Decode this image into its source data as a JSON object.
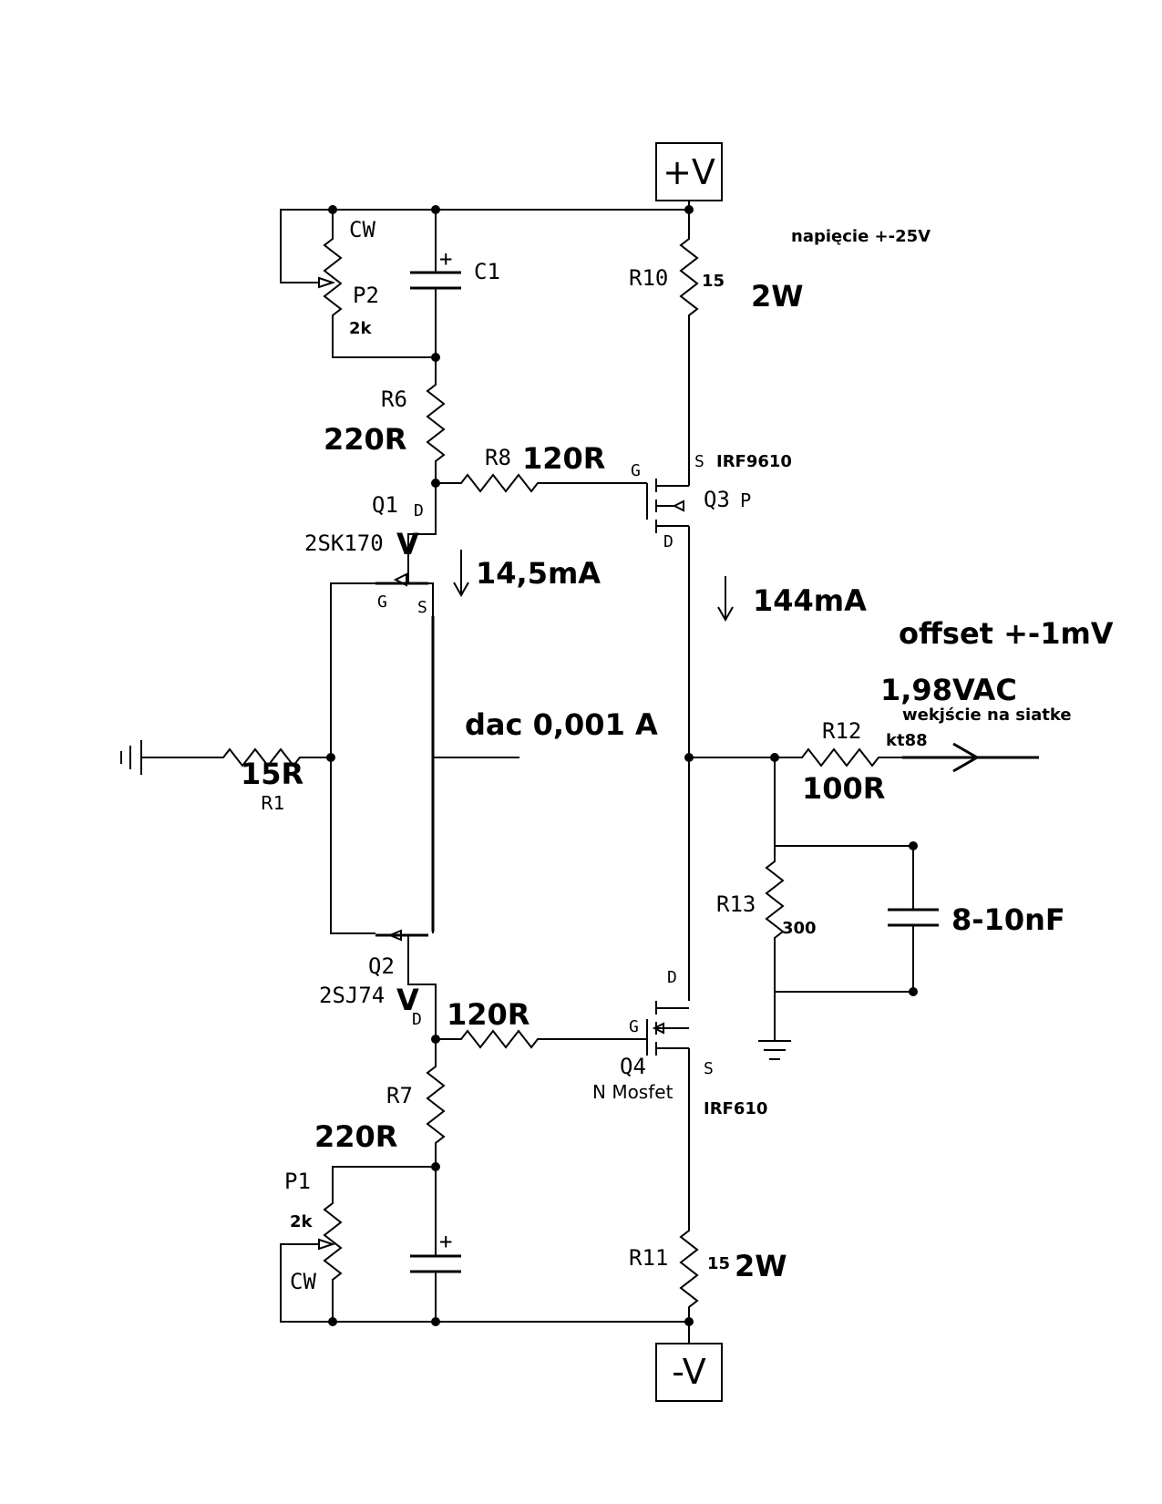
{
  "rails": {
    "positive": "+V",
    "negative": "-V"
  },
  "notes": {
    "supply_voltage": "napięcie +-25V",
    "offset": "offset +-1mV",
    "output_voltage": "1,98VAC",
    "output_target_line1": "wekjście na siatke",
    "output_target_line2": "kt88",
    "dac": "dac 0,001  A",
    "current_top_jfet": "14,5mA",
    "current_mosfet": "144mA"
  },
  "components": {
    "P2": {
      "ref": "P2",
      "value": "2k",
      "wiper": "CW"
    },
    "C1": {
      "ref": "C1",
      "polarity": "+"
    },
    "C_bottom": {
      "polarity": "+"
    },
    "R6": {
      "ref": "R6",
      "value": "220R"
    },
    "R7": {
      "ref": "R7",
      "value": "220R"
    },
    "R8": {
      "ref": "R8",
      "value": "120R"
    },
    "R9": {
      "value": "120R"
    },
    "R10": {
      "ref": "R10",
      "value": "15",
      "power": "2W"
    },
    "R11": {
      "ref": "R11",
      "value": "15",
      "power": "2W"
    },
    "R1": {
      "ref": "R1",
      "value": "15R"
    },
    "R12": {
      "ref": "R12",
      "value": "100R"
    },
    "R13": {
      "ref": "R13",
      "value": "300"
    },
    "C_out": {
      "value": "8-10nF"
    },
    "P1": {
      "ref": "P1",
      "value": "2k",
      "wiper": "CW"
    },
    "Q1": {
      "ref": "Q1",
      "part": "2SK170",
      "pin_d": "D",
      "pin_g": "G",
      "pin_s": "S",
      "arrow_mark": "V"
    },
    "Q2": {
      "ref": "Q2",
      "part": "2SJ74",
      "pin_d": "D",
      "arrow_mark": "V"
    },
    "Q3": {
      "ref": "Q3",
      "type": "P",
      "part": "IRF9610",
      "pin_g": "G",
      "pin_s": "S",
      "pin_d": "D"
    },
    "Q4": {
      "ref": "Q4",
      "type": "N Mosfet",
      "part": "IRF610",
      "pin_g": "G",
      "pin_s": "S",
      "pin_d": "D"
    }
  }
}
